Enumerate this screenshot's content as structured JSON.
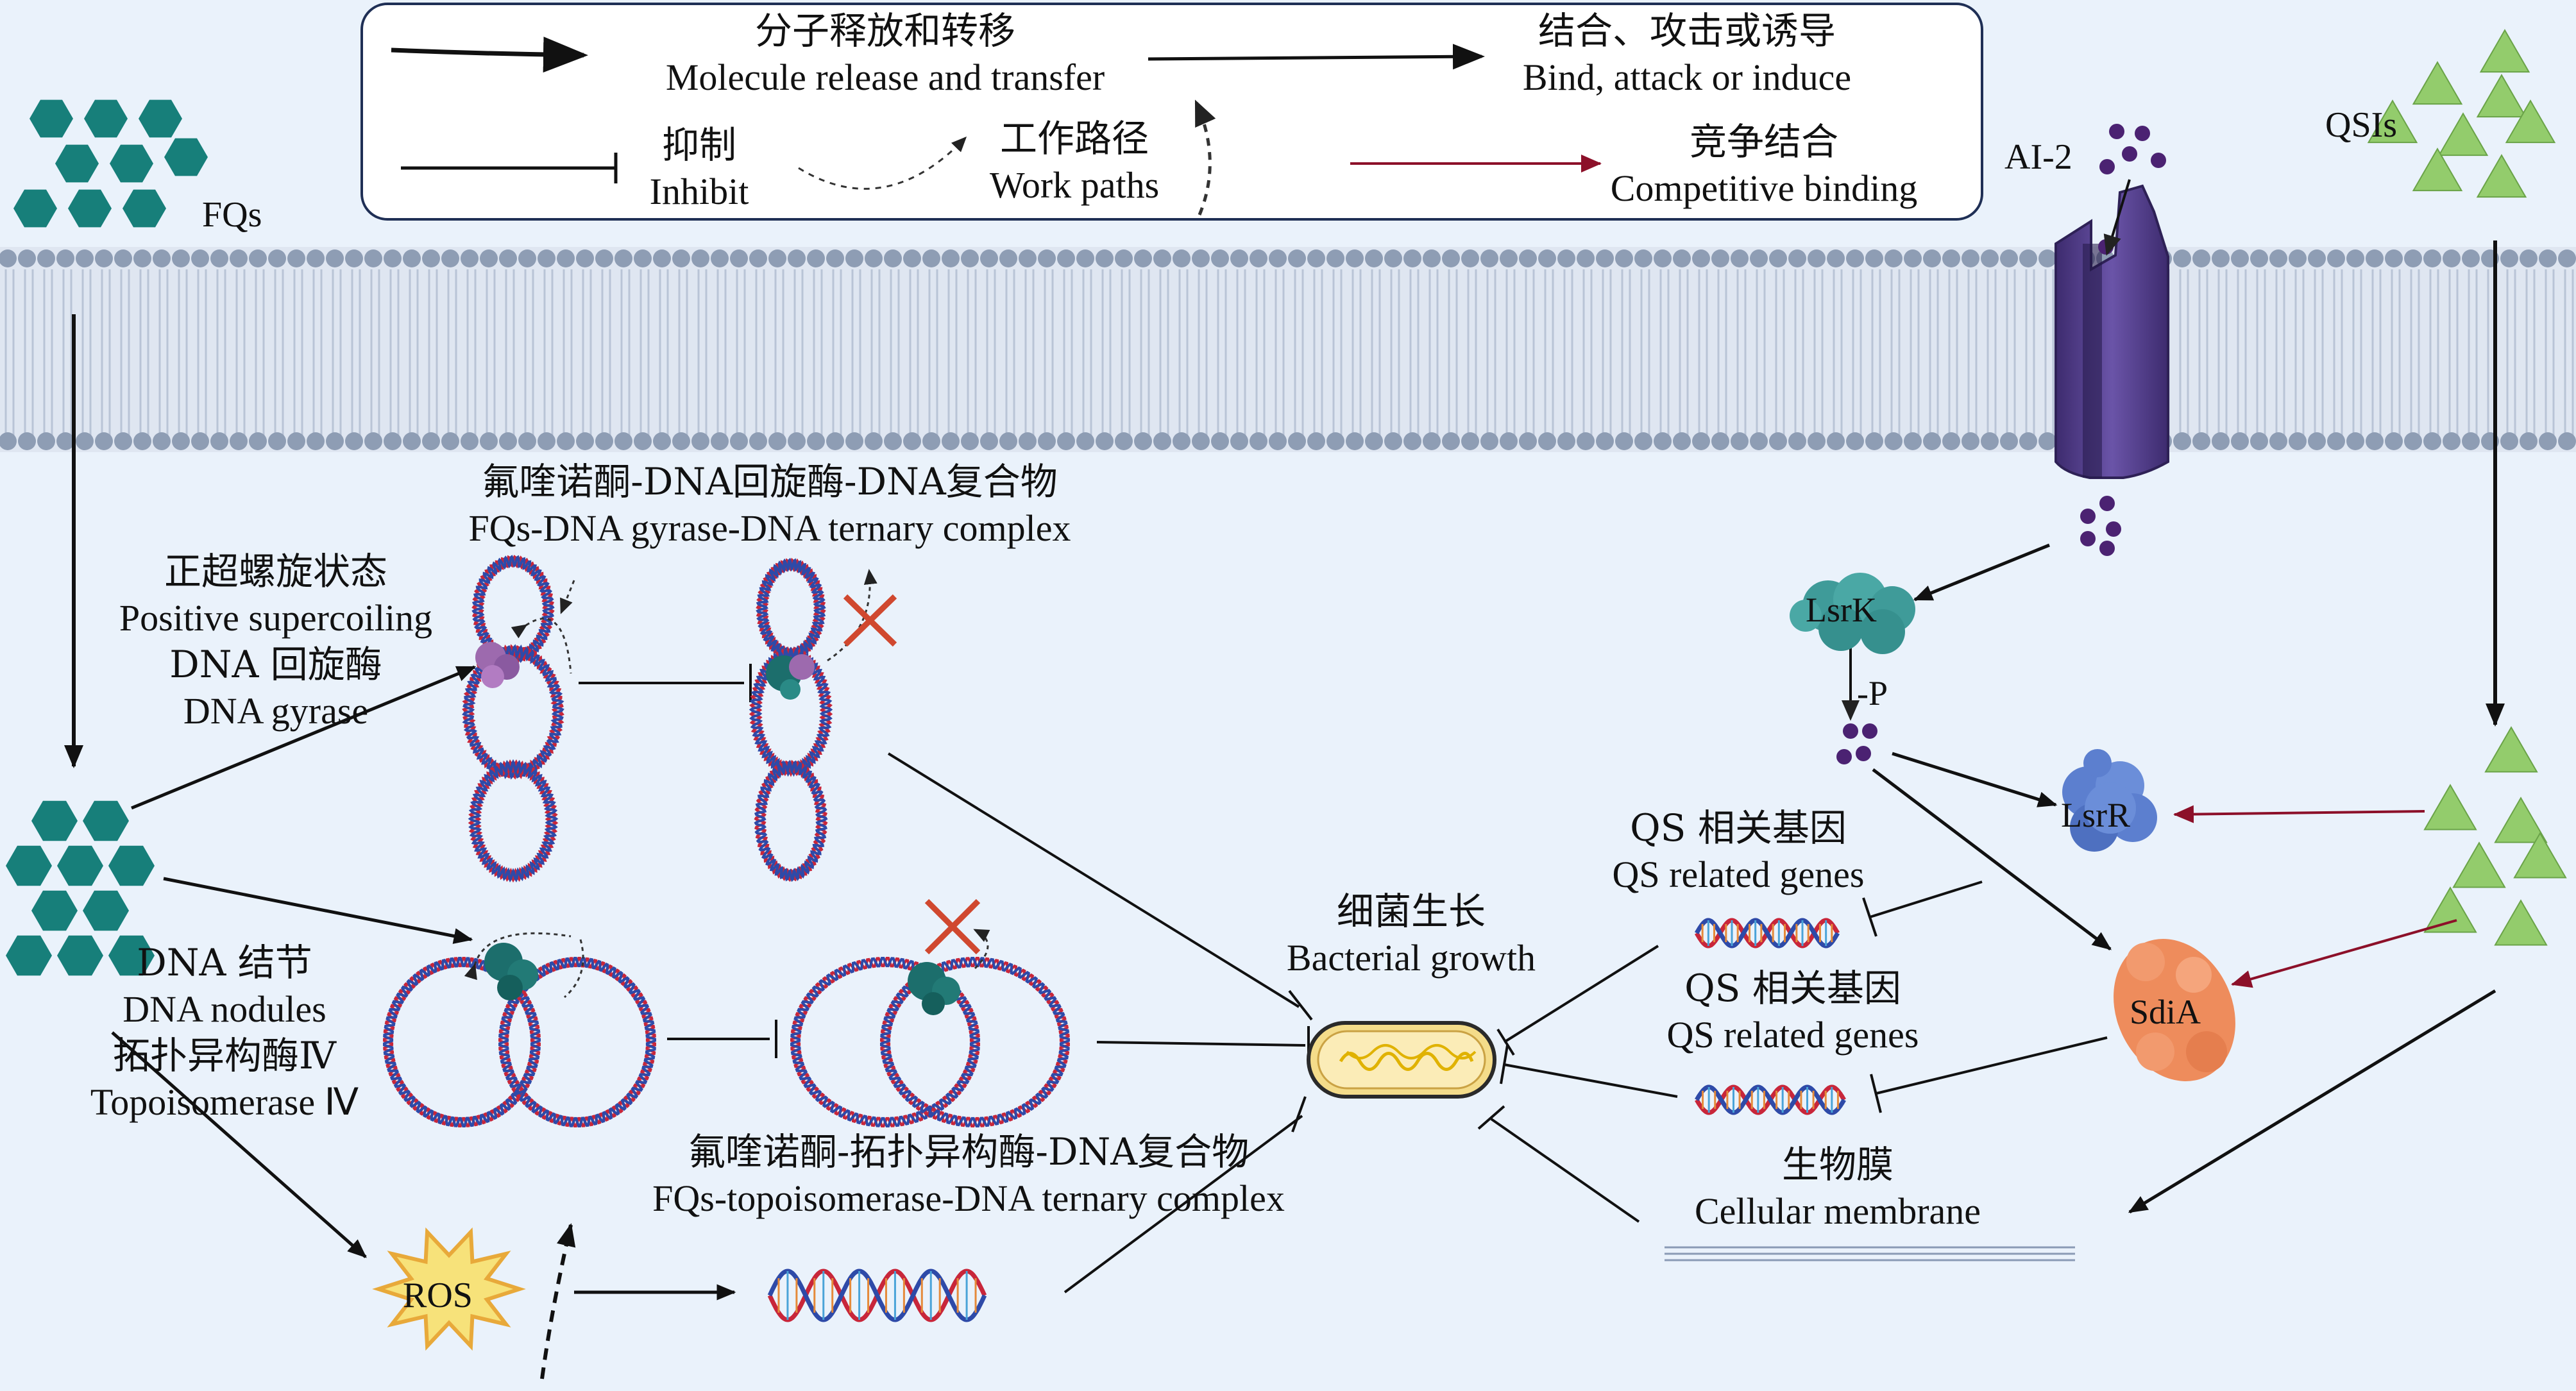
{
  "legend": {
    "release_zh": "分子释放和转移",
    "release_en": "Molecule release and transfer",
    "bind_zh": "结合、攻击或诱导",
    "bind_en": "Bind, attack or induce",
    "inhibit_zh": "抑制",
    "inhibit_en": "Inhibit",
    "work_zh": "工作路径",
    "work_en": "Work paths",
    "compete_zh": "竞争结合",
    "compete_en": "Competitive binding"
  },
  "labels": {
    "fqs": "FQs",
    "ai2": "AI-2",
    "qsis": "QSIs",
    "ternary_gyrase_zh": "氟喹诺酮-DNA回旋酶-DNA复合物",
    "ternary_gyrase_en": "FQs-DNA gyrase-DNA ternary complex",
    "supercoil_zh": "正超螺旋状态",
    "supercoil_en": "Positive supercoiling",
    "gyrase_zh": "DNA  回旋酶",
    "gyrase_en": "DNA gyrase",
    "nodules_zh": "DNA  结节",
    "nodules_en": "DNA nodules",
    "topo_zh": "拓扑异构酶Ⅳ",
    "topo_en": "Topoisomerase Ⅳ",
    "ternary_topo_zh": "氟喹诺酮-拓扑异构酶-DNA复合物",
    "ternary_topo_en": "FQs-topoisomerase-DNA ternary complex",
    "ros": "ROS",
    "growth_zh": "细菌生长",
    "growth_en": "Bacterial growth",
    "qs_genes1_zh": "QS  相关基因",
    "qs_genes1_en": "QS related genes",
    "qs_genes2_zh": "QS 相关基因",
    "qs_genes2_en": "QS related genes",
    "biofilm_zh": "生物膜",
    "biofilm_en": "Cellular membrane",
    "lsrk": "LsrK",
    "phospho": "-P",
    "lsrr": "LsrR",
    "sdia": "SdiA"
  },
  "colors": {
    "background": "#eaf2fb",
    "fq_hexagon": "#177f7a",
    "qsi_triangle": "#93cc6c",
    "ai2_dot": "#4b2272",
    "channel": "#574192",
    "lsrk": "#3f9b99",
    "lsrr": "#5c7fcf",
    "sdia": "#ee8c5c",
    "competitive_arrow": "#8c1029",
    "dna_red": "#c8263a",
    "dna_blue": "#2e4aa8"
  }
}
